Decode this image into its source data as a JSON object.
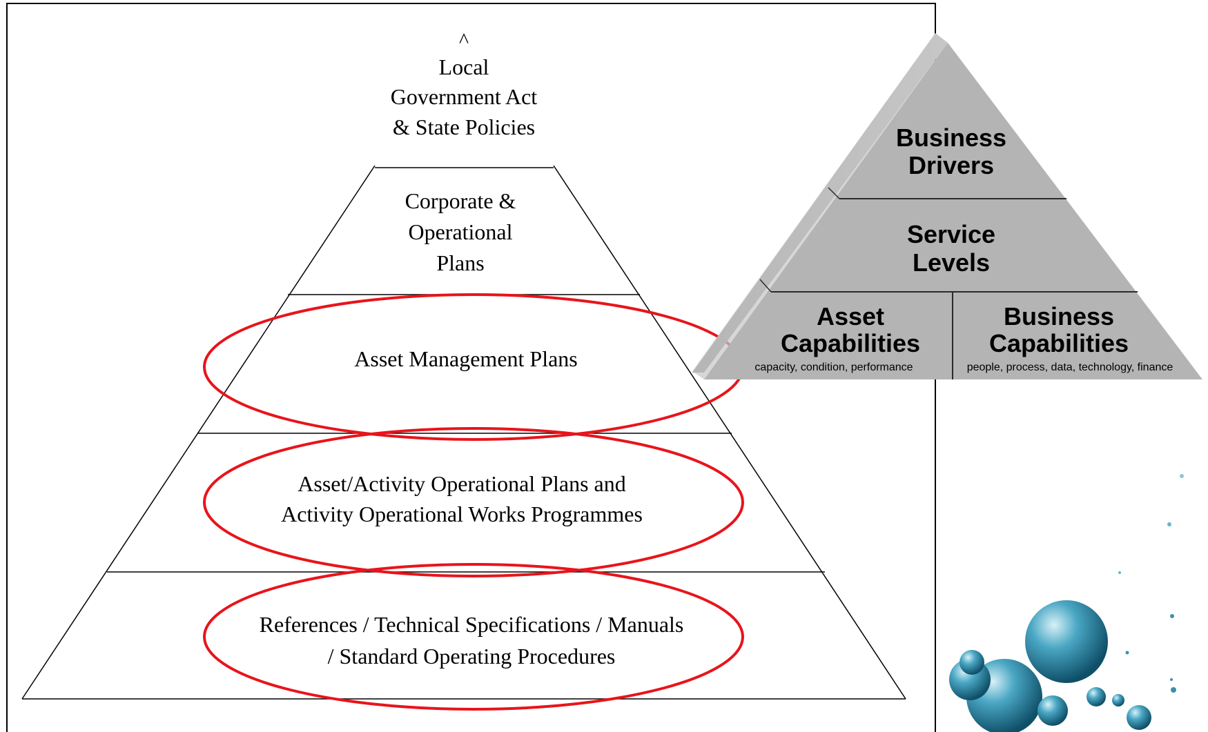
{
  "left_pyramid": {
    "apex_caret": "^",
    "tier1": [
      "Local",
      "Government Act",
      "& State Policies"
    ],
    "tier2": [
      "Corporate &",
      "Operational",
      "Plans"
    ],
    "tier3": [
      "Asset Management Plans"
    ],
    "tier4": [
      "Asset/Activity Operational Plans and",
      "Activity Operational Works Programmes"
    ],
    "tier5": [
      "References / Technical Specifications / Manuals",
      "/ Standard Operating Procedures"
    ]
  },
  "right_pyramid": {
    "top": [
      "Business",
      "Drivers"
    ],
    "middle": [
      "Service",
      "Levels"
    ],
    "bottom_left": {
      "title": [
        "Asset",
        "Capabilities"
      ],
      "subtitle": "capacity, condition, performance"
    },
    "bottom_right": {
      "title": [
        "Business",
        "Capabilities"
      ],
      "subtitle": "people, process, data, technology, finance"
    }
  },
  "colors": {
    "highlight_ellipse": "#e8141b",
    "pyramid_grey": "#b4b4b4",
    "pyramid_side": "#9c9c9c",
    "pyramid_highlight": "#d8d8d8",
    "bubble": "#2b7d9a"
  }
}
